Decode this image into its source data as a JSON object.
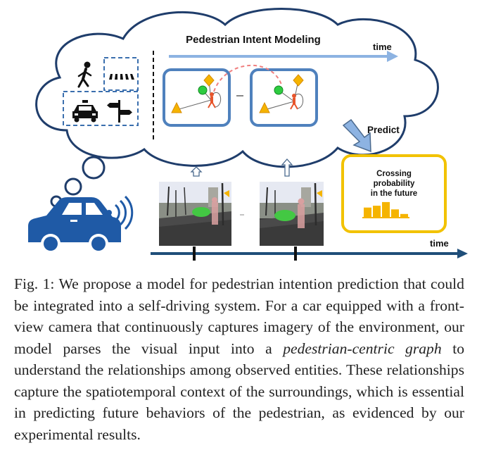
{
  "figure": {
    "title": "Pedestrian Intent Modeling",
    "time_label_top": "time",
    "time_label_bottom": "time",
    "predict_label": "Predict",
    "output_box_lines": [
      "Crossing",
      "probability",
      "in the future"
    ],
    "output_bars": [
      0.55,
      0.65,
      0.85,
      0.45,
      0.2
    ],
    "colors": {
      "accent_blue": "#4f81bd",
      "dark_blue": "#1f4e79",
      "arrow_light_blue": "#8db3e2",
      "gold": "#f2c200",
      "bar_orange": "#f5b400",
      "pink_dashed": "#f08080",
      "car_blue": "#1f5aa6"
    },
    "icons": [
      "pedestrian-icon",
      "crosswalk-icon",
      "taxi-icon",
      "signpost-icon",
      "car-icon",
      "wireless-signal-icon"
    ]
  },
  "caption": {
    "label": "Fig. 1:",
    "text_before": "We propose a model for pedestrian intention prediction that could be integrated into a self-driving system. For a car equipped with a front-view camera that continuously captures imagery of the environment, our model parses the visual input into a ",
    "emphasis": "pedestrian-centric graph",
    "text_after": " to understand the relationships among observed entities. These relationships capture the spatiotemporal context of the surroundings, which is essential in predicting future behaviors of the pedestrian, as evidenced by our experimental results."
  }
}
